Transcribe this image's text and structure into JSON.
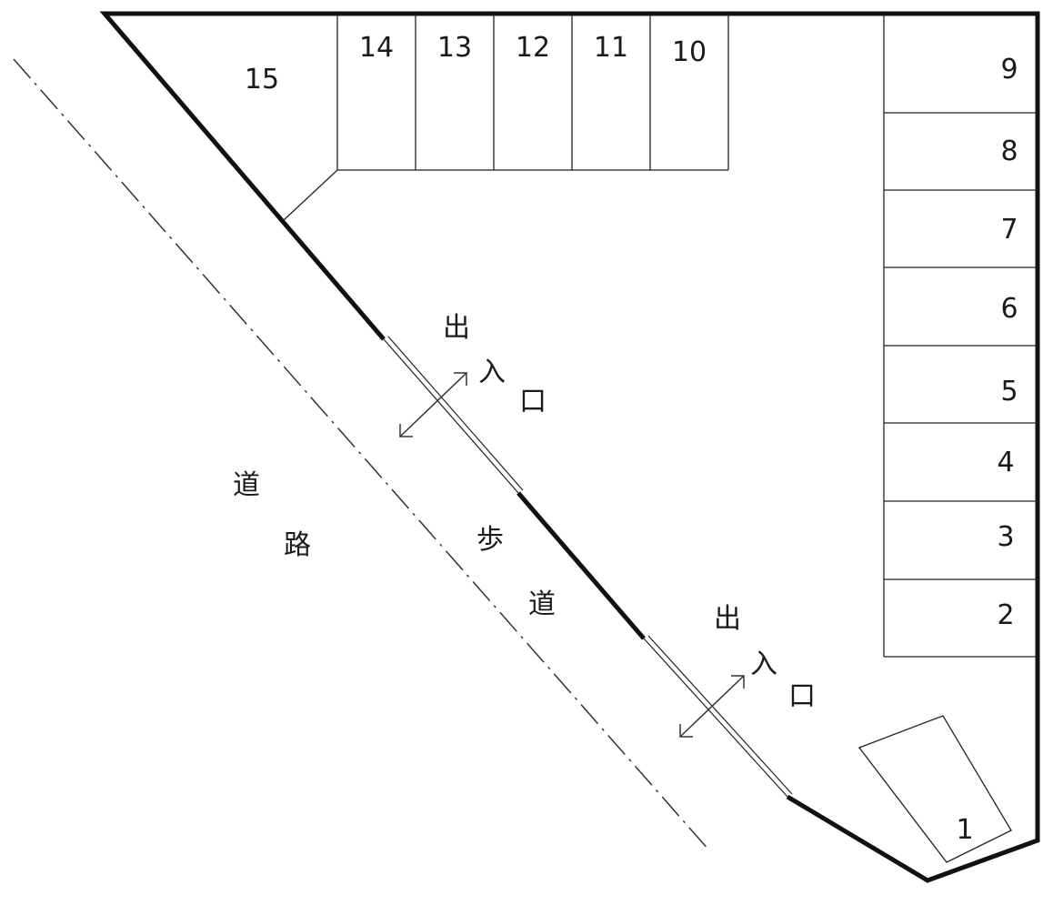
{
  "parking_spaces": [
    {
      "id": "space-1",
      "label": "1"
    },
    {
      "id": "space-2",
      "label": "2"
    },
    {
      "id": "space-3",
      "label": "3"
    },
    {
      "id": "space-4",
      "label": "4"
    },
    {
      "id": "space-5",
      "label": "5"
    },
    {
      "id": "space-6",
      "label": "6"
    },
    {
      "id": "space-7",
      "label": "7"
    },
    {
      "id": "space-8",
      "label": "8"
    },
    {
      "id": "space-9",
      "label": "9"
    },
    {
      "id": "space-10",
      "label": "10"
    },
    {
      "id": "space-11",
      "label": "11"
    },
    {
      "id": "space-12",
      "label": "12"
    },
    {
      "id": "space-13",
      "label": "13"
    },
    {
      "id": "space-14",
      "label": "14"
    },
    {
      "id": "space-15",
      "label": "15"
    }
  ],
  "entrances": [
    {
      "chars": [
        "出",
        "入",
        "口"
      ]
    },
    {
      "chars": [
        "出",
        "入",
        "口"
      ]
    }
  ],
  "sidewalk_label": [
    "歩",
    "道"
  ],
  "road_label": [
    "道",
    "路"
  ]
}
